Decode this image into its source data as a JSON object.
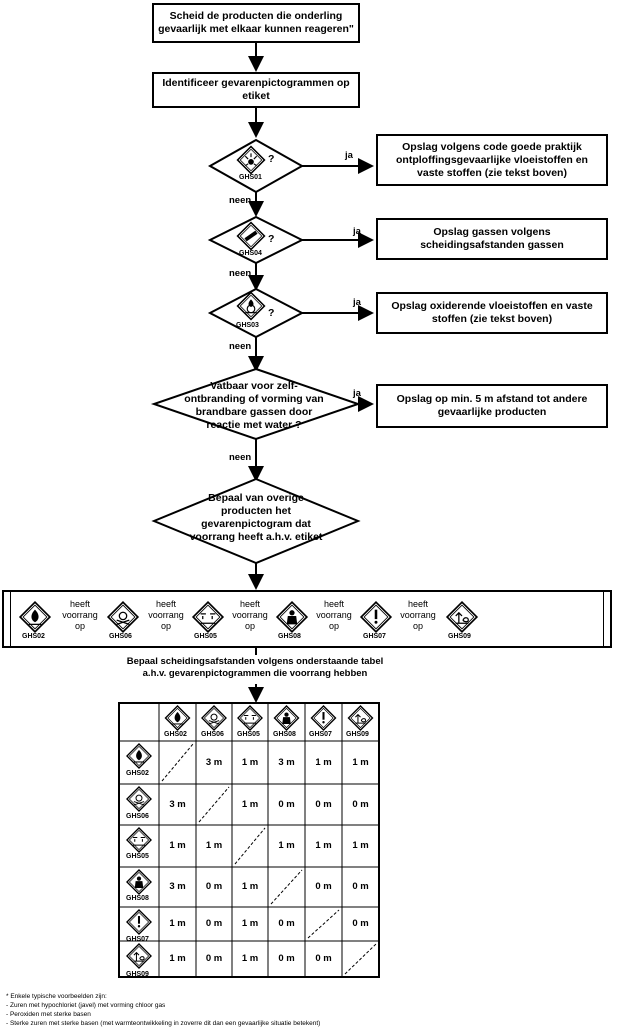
{
  "steps": {
    "separate": "Scheid de producten die onderling gevaarlijk met elkaar kunnen reageren\"",
    "identify": "Identificeer gevarenpictogrammen op etiket",
    "determine": "Bepaal van overige producten het gevarenpictogram dat voorrang heeft a.h.v. etiket",
    "table_intro": "Bepaal scheidingsafstanden volgens onderstaande tabel a.h.v. gevarenpictogrammen die voorrang hebben"
  },
  "decisions": [
    {
      "code": "GHS01",
      "q": "?",
      "yes": "ja",
      "no": "neen",
      "outcome": "Opslag volgens code goede praktijk ontploffingsgevaarlijke vloeistoffen en vaste stoffen (zie tekst boven)"
    },
    {
      "code": "GHS04",
      "q": "?",
      "yes": "ja",
      "no": "neen",
      "outcome": "Opslag gassen volgens scheidingsafstanden gassen"
    },
    {
      "code": "GHS03",
      "q": "?",
      "yes": "ja",
      "no": "neen",
      "outcome": "Opslag oxiderende vloeistoffen en vaste stoffen (zie tekst boven)"
    },
    {
      "question": "Vatbaar voor zelf-ontbranding of vorming van brandbare gassen door reactie met water ?",
      "yes": "ja",
      "no": "neen",
      "outcome": "Opslag op min. 5 m afstand tot andere gevaarlijke producten"
    }
  ],
  "precedence": {
    "codes": [
      "GHS02",
      "GHS06",
      "GHS05",
      "GHS08",
      "GHS07",
      "GHS09"
    ],
    "icons": [
      "flame-icon",
      "skull-icon",
      "corrosion-icon",
      "health-hazard-icon",
      "exclamation-icon",
      "environment-icon"
    ],
    "label": "heeft voorrang op"
  },
  "table": {
    "codes": [
      "GHS02",
      "GHS06",
      "GHS05",
      "GHS08",
      "GHS07",
      "GHS09"
    ],
    "rows": [
      [
        "",
        "3 m",
        "1 m",
        "3 m",
        "1 m",
        "1 m"
      ],
      [
        "3 m",
        "",
        "1 m",
        "0 m",
        "0 m",
        "0 m"
      ],
      [
        "1 m",
        "1 m",
        "",
        "1 m",
        "1 m",
        "1 m"
      ],
      [
        "3 m",
        "0 m",
        "1 m",
        "",
        "0 m",
        "0 m"
      ],
      [
        "1 m",
        "0 m",
        "1 m",
        "0 m",
        "",
        "0 m"
      ],
      [
        "1 m",
        "0 m",
        "1 m",
        "0 m",
        "0 m",
        ""
      ]
    ]
  },
  "footnotes": [
    "* Enkele typische voorbeelden zijn:",
    "- Zuren met hypochloriet (javel) met vorming chloor gas",
    "- Peroxiden met sterke basen",
    "- Sterke zuren met sterke basen (met warmteontwikkeling in zoverre dit dan een gevaarlijke situatie betekent)"
  ]
}
